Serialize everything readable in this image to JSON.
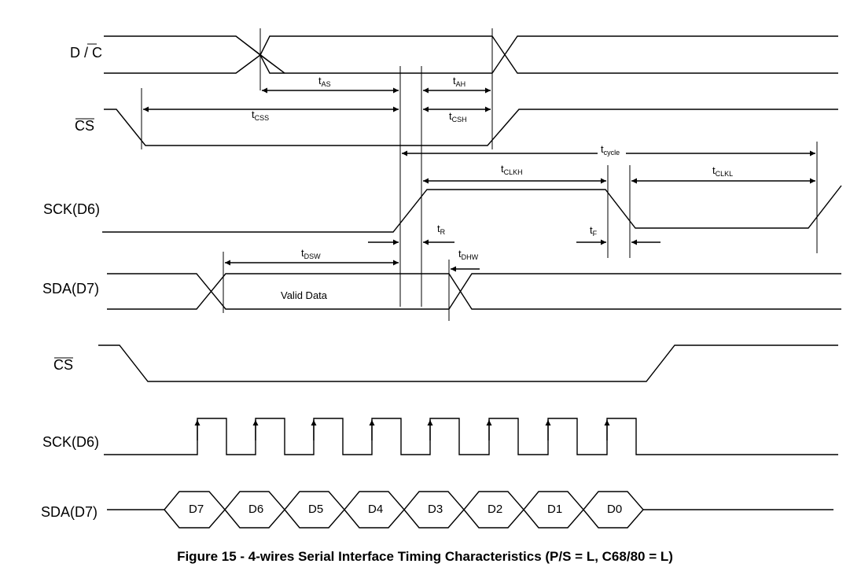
{
  "signals": {
    "dc": "D / C",
    "cs_top": "CS",
    "sck_top": "SCK(D6)",
    "sda_top": "SDA(D7)",
    "cs_bottom": "CS",
    "sck_bottom": "SCK(D6)",
    "sda_bottom": "SDA(D7)"
  },
  "timings": {
    "tas": {
      "main": "t",
      "sub": "AS"
    },
    "tah": {
      "main": "t",
      "sub": "AH"
    },
    "tcss": {
      "main": "t",
      "sub": "CSS"
    },
    "tcsh": {
      "main": "t",
      "sub": "CSH"
    },
    "tcycle": {
      "main": "t",
      "sub": "cycle"
    },
    "tclkh": {
      "main": "t",
      "sub": "CLKH"
    },
    "tclkl": {
      "main": "t",
      "sub": "CLKL"
    },
    "tr": {
      "main": "t",
      "sub": "R"
    },
    "tf": {
      "main": "t",
      "sub": "F"
    },
    "tdsw": {
      "main": "t",
      "sub": "DSW"
    },
    "tdhw": {
      "main": "t",
      "sub": "DHW"
    }
  },
  "valid_data": "Valid Data",
  "bits": [
    "D7",
    "D6",
    "D5",
    "D4",
    "D3",
    "D2",
    "D1",
    "D0"
  ],
  "caption": "Figure 15 - 4-wires Serial Interface Timing Characteristics (P/S = L, C68/80 = L)"
}
